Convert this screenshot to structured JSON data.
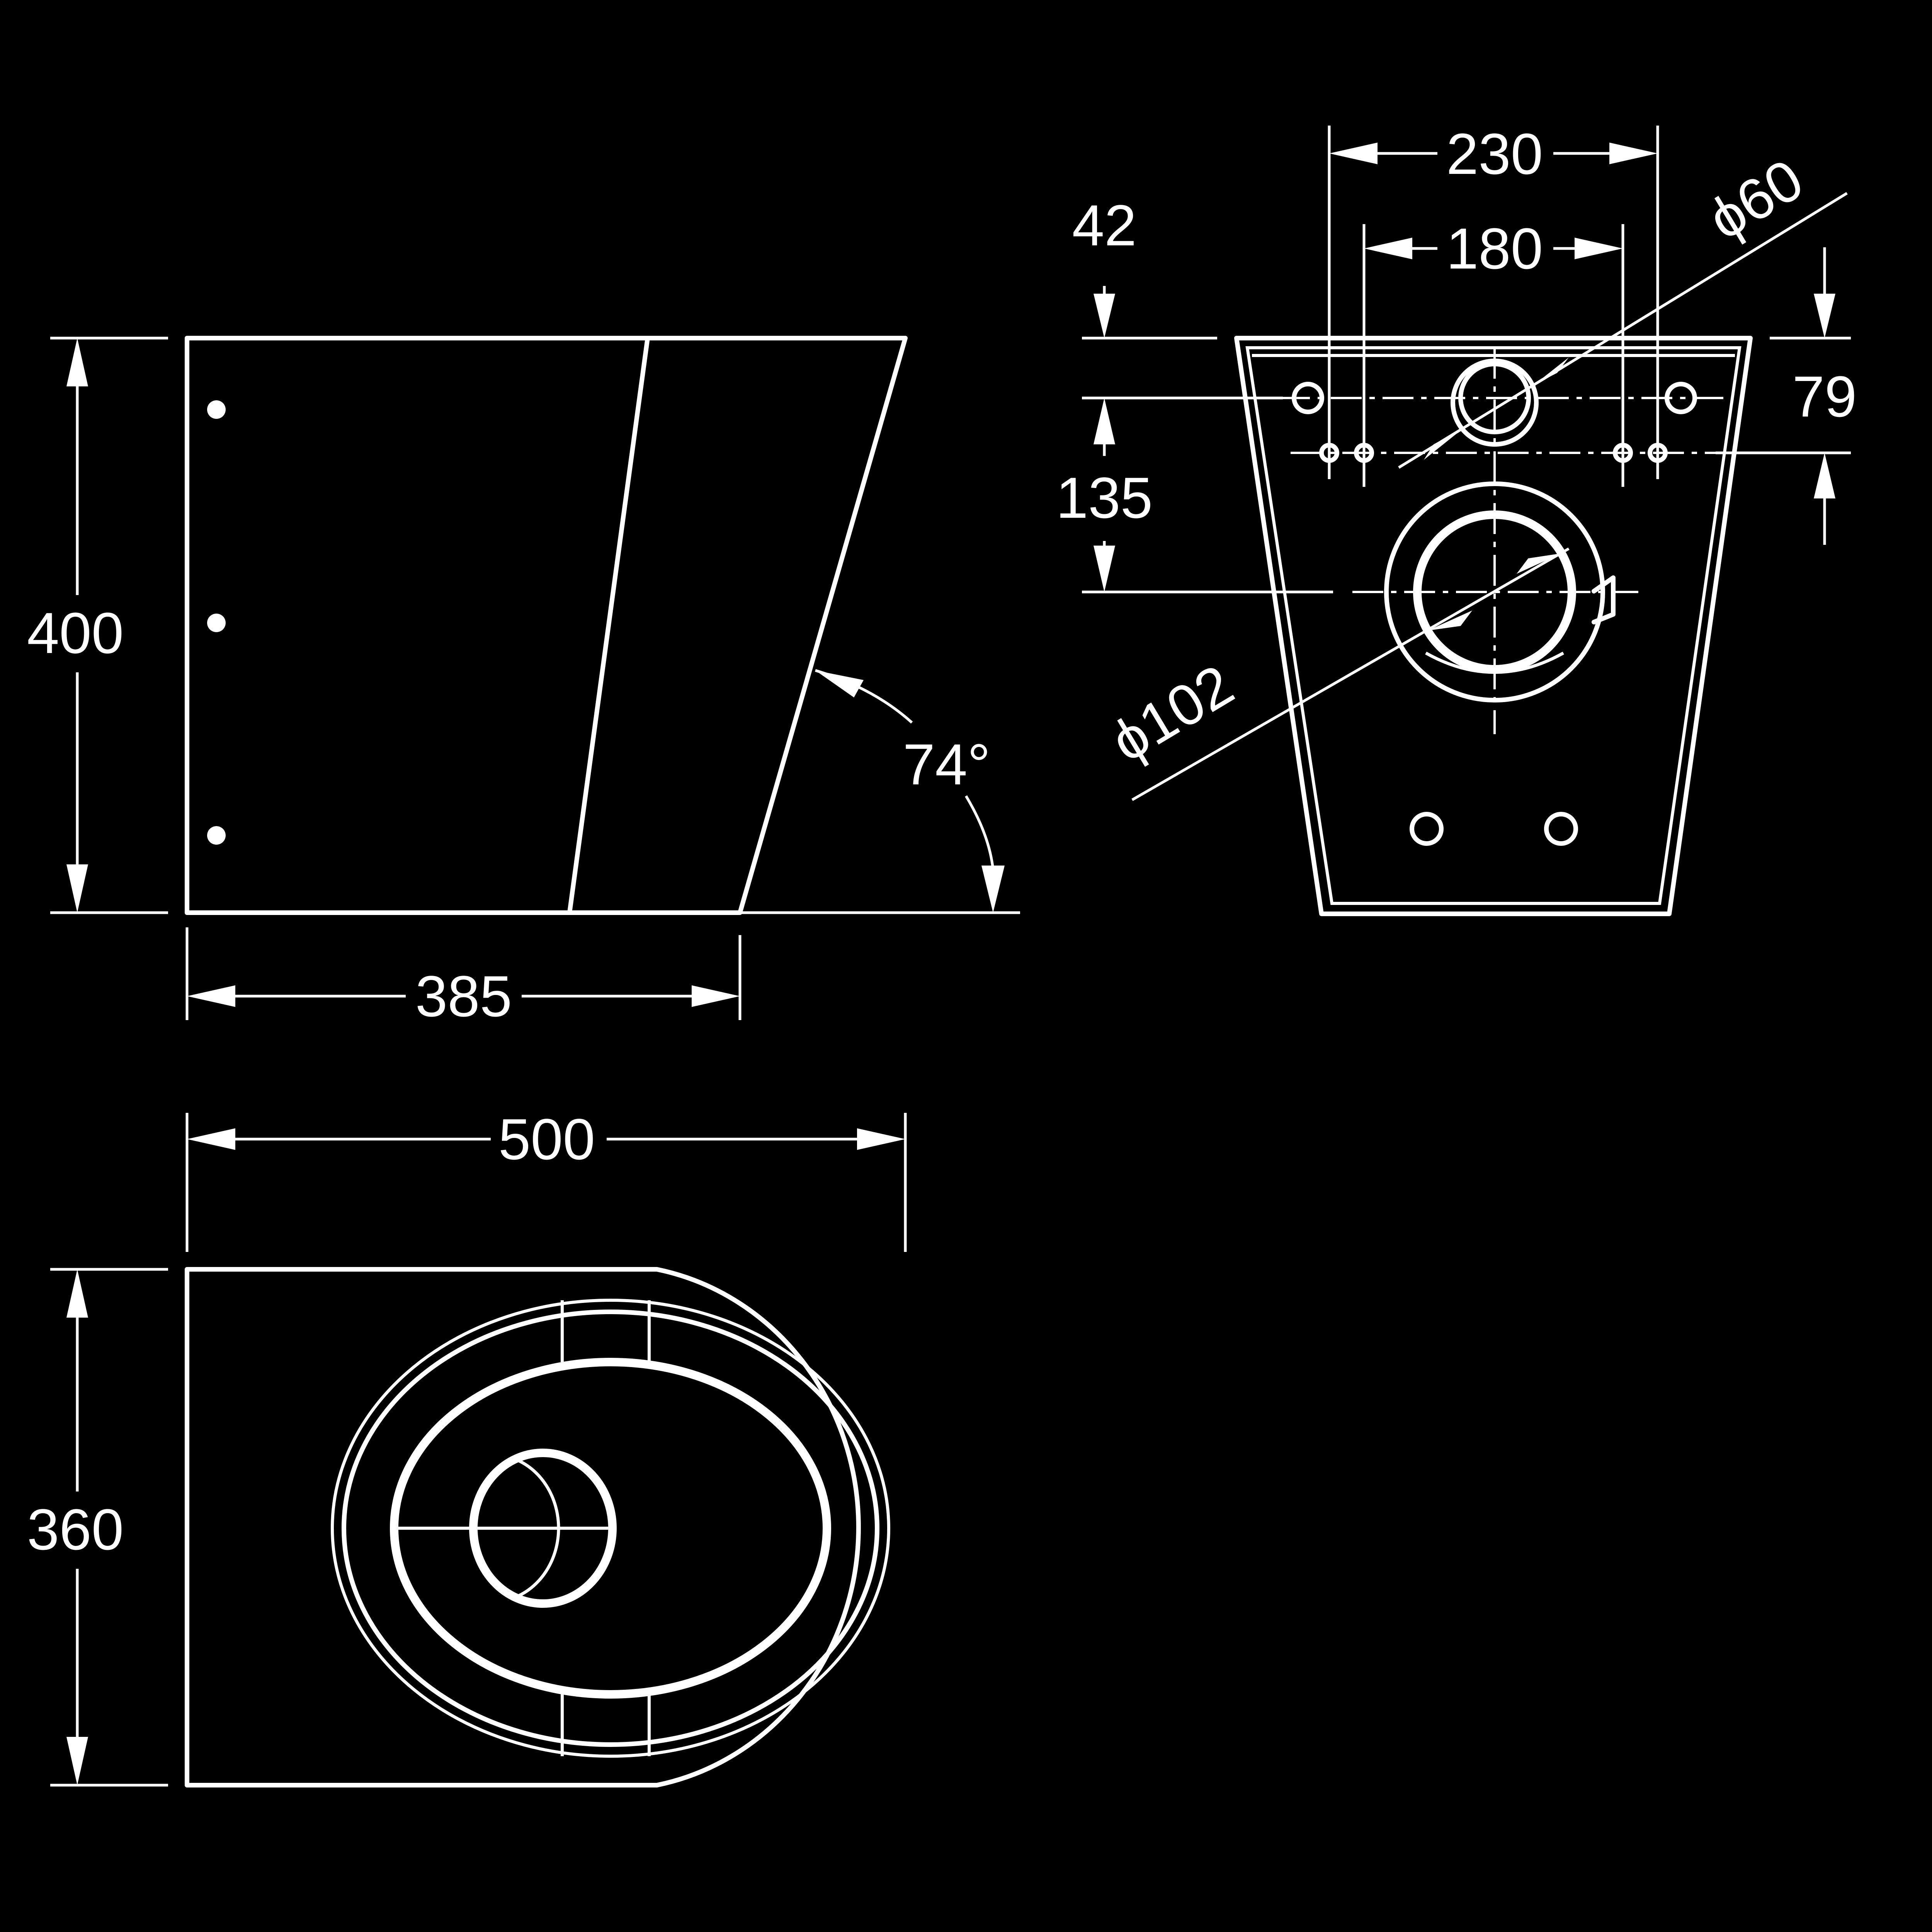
{
  "drawing": {
    "side_view": {
      "height_label": "400",
      "depth_label": "385",
      "angle_label": "74°"
    },
    "front_view": {
      "dim_230": "230",
      "dim_180": "180",
      "dim_42": "42",
      "dim_79": "79",
      "dim_135": "135",
      "dia_60": "ϕ60",
      "dia_102": "ϕ102"
    },
    "top_view": {
      "width_label": "500",
      "depth_label": "360"
    },
    "colors": {
      "background": "#000000",
      "lines": "#ffffff"
    }
  }
}
